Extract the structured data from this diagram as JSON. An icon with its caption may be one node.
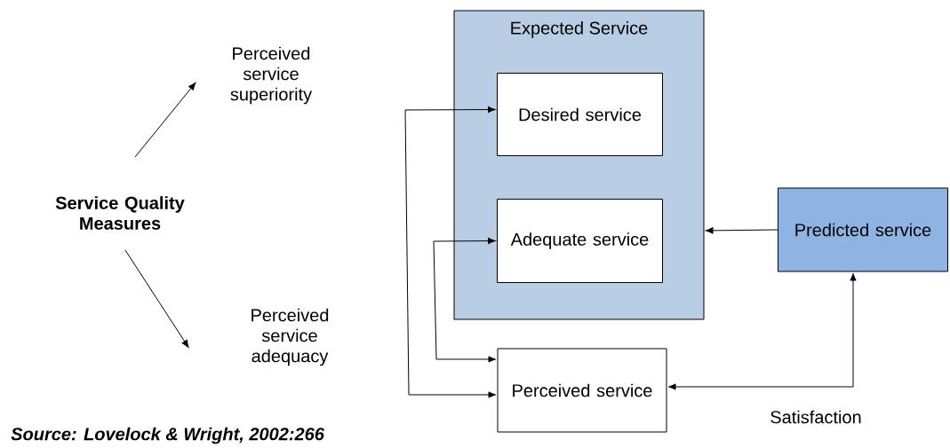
{
  "diagram": {
    "caption": "Source: Lovelock & Wright, 2002:266",
    "nodes": [
      {
        "text": [
          "Service Quality Measures"
        ]
      },
      {
        "text": [
          "Perceived service superiority"
        ]
      },
      {
        "text": [
          "Perceived service adequacy"
        ]
      },
      {
        "text": [
          "Expected Service"
        ]
      },
      {
        "text": [
          "Desired service"
        ],
        "in": 3
      },
      {
        "text": [
          "Adequate service"
        ],
        "in": 3
      },
      {
        "text": [
          "Predicted service"
        ]
      },
      {
        "text": [
          "Perceived service"
        ]
      }
    ],
    "edges": [
      {
        "from": 0,
        "to": 1,
        "arrow": "to"
      },
      {
        "from": 0,
        "to": 2,
        "arrow": "to"
      },
      {
        "from": 6,
        "to": 3,
        "arrow": "to"
      },
      {
        "from": 7,
        "to": 6,
        "arrow": "both",
        "label": "Satisfaction"
      },
      {
        "from": 7,
        "to": 4,
        "arrow": "both"
      },
      {
        "from": 7,
        "to": 5,
        "arrow": "both"
      }
    ]
  }
}
